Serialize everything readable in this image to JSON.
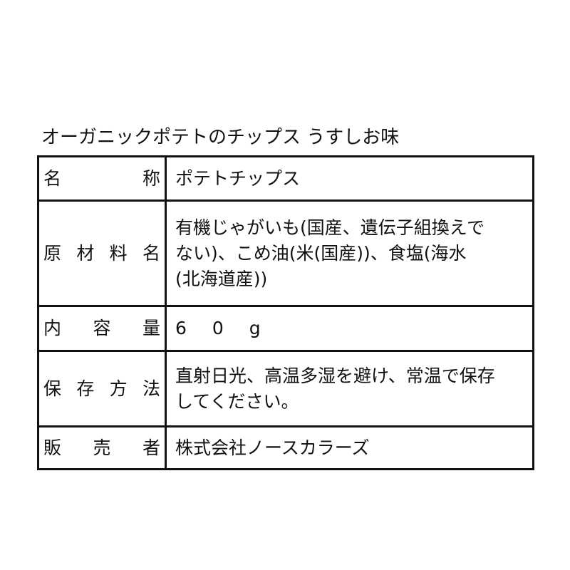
{
  "title": "オーガニックポテトのチップス うすしお味",
  "table": {
    "rows": [
      {
        "key": "名称",
        "key_chars": [
          "名",
          "称"
        ],
        "value": "ポテトチップス"
      },
      {
        "key": "原材料名",
        "key_chars": [
          "原",
          "材",
          "料",
          "名"
        ],
        "value_lines": [
          "有機じゃがいも(国産、遺伝子組換えで",
          "ない)、こめ油(米(国産))、食塩(海水",
          "(北海道産))"
        ]
      },
      {
        "key": "内容量",
        "key_chars": [
          "内",
          "容",
          "量"
        ],
        "value": "6 0 g"
      },
      {
        "key": "保存方法",
        "key_chars": [
          "保",
          "存",
          "方",
          "法"
        ],
        "value_lines": [
          "直射日光、高温多湿を避け、常温で保存",
          "してください。"
        ]
      },
      {
        "key": "販売者",
        "key_chars": [
          "販",
          "売",
          "者"
        ],
        "value": "株式会社ノースカラーズ"
      }
    ]
  },
  "colors": {
    "text": "#111111",
    "border": "#111111",
    "background": "#ffffff"
  }
}
